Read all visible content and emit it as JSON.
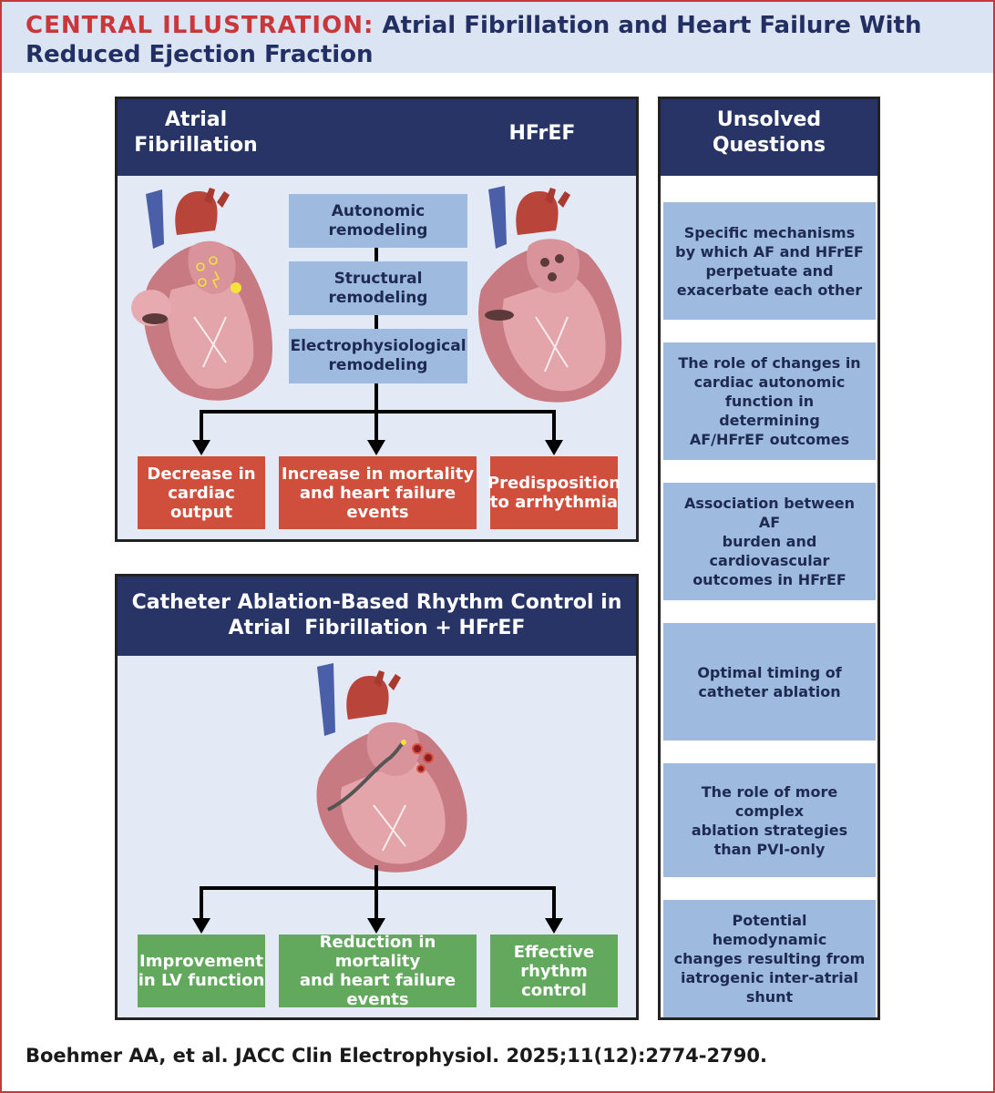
{
  "title": {
    "lead": "CENTRAL ILLUSTRATION:",
    "rest": " Atrial Fibrillation and Heart Failure With Reduced Ejection Fraction"
  },
  "top_panel": {
    "left_label": "Atrial\nFibrillation",
    "right_label": "HFrEF",
    "mechanisms": [
      "Autonomic\nremodeling",
      "Structural\nremodeling",
      "Electrophysiological\nremodeling"
    ],
    "outcomes": [
      "Decrease in\ncardiac output",
      "Increase in mortality\nand heart failure events",
      "Predisposition\nto arrhythmia"
    ]
  },
  "bottom_panel": {
    "title": "Catheter Ablation-Based Rhythm Control in\nAtrial  Fibrillation + HFrEF",
    "outcomes": [
      "Improvement\nin LV function",
      "Reduction in mortality\nand heart failure events",
      "Effective\nrhythm control"
    ]
  },
  "questions": {
    "title": "Unsolved\nQuestions",
    "items": [
      "Specific mechanisms\nby which AF and HFrEF\nperpetuate and\nexacerbate each other",
      "The role of changes in\ncardiac autonomic\nfunction in determining\nAF/HFrEF outcomes",
      "Association between AF\nburden and cardiovascular\noutcomes in HFrEF",
      "Optimal timing of\ncatheter ablation",
      "The role of more complex\nablation strategies\nthan PVI-only",
      "Potential hemodynamic\nchanges resulting from\niatrogenic inter-atrial\nshunt"
    ]
  },
  "citation": "Boehmer AA, et al. JACC Clin Electrophysiol. 2025;11(12):2774-2790.",
  "colors": {
    "accent_red": "#c8383b",
    "navy": "#273465",
    "light_blue_box": "#9ebadf",
    "panel_bg": "#e3e9f5",
    "outcome_red": "#cf4e3c",
    "outcome_green": "#62a85d"
  }
}
